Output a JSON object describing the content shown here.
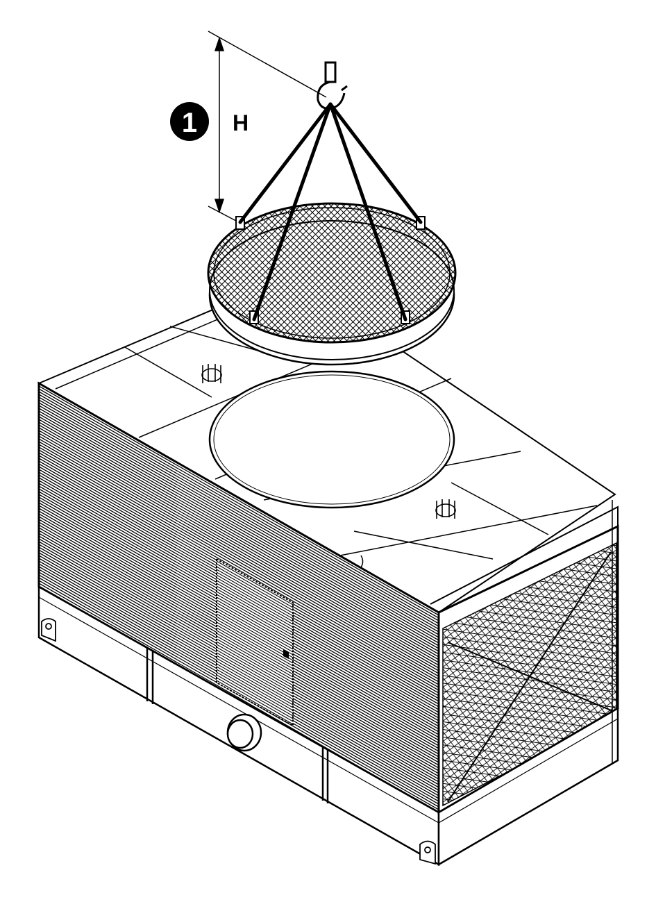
{
  "diagram": {
    "step_badge": "1",
    "dimension_label": "H",
    "ink_color": "#000000",
    "paper_color": "#ffffff",
    "badge_text_color": "#ffffff"
  },
  "parts": {
    "hook": "hook-icon",
    "sling": "lifting-sling",
    "fan_guard": "circular-fan-guard",
    "fan_opening": "fan-opening",
    "casing_louvers": "louvered-panel",
    "air_inlet_screen": "mesh-screen",
    "access_door": "access-door",
    "connection": "pipe-connection",
    "lifting_lugs": "lifting-lug-icon",
    "spray_nozzles": "nozzle-icon"
  }
}
